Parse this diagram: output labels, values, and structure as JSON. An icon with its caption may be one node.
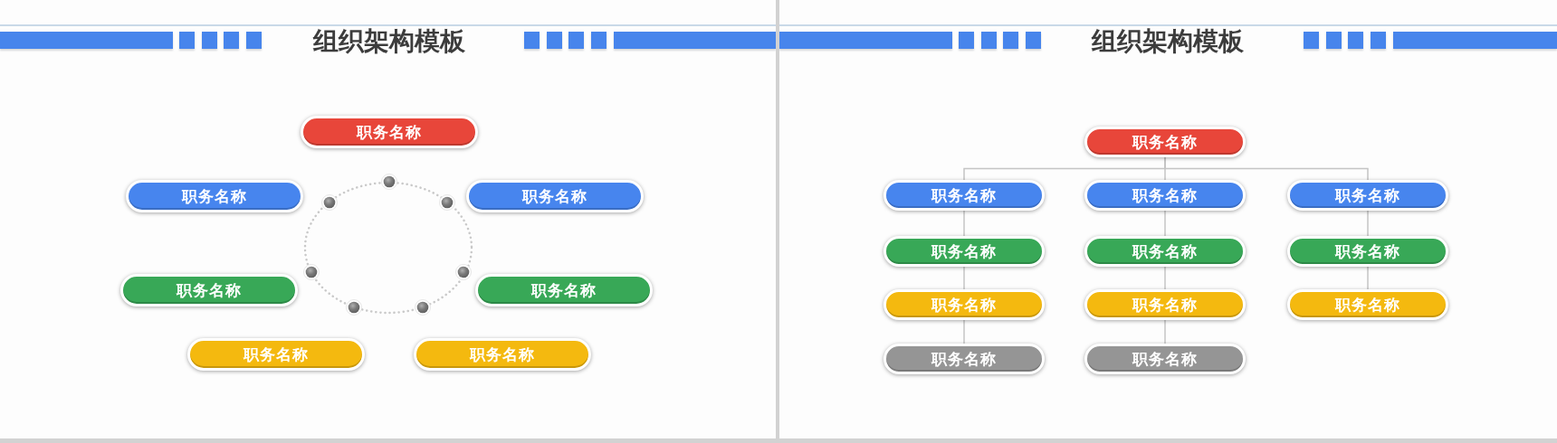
{
  "diagram": {
    "title": "组织架构模板",
    "nodes": [
      {
        "text": [
          "职务名称"
        ]
      },
      {
        "text": [
          "职务名称"
        ]
      },
      {
        "text": [
          "职务名称"
        ]
      },
      {
        "text": [
          "职务名称"
        ]
      },
      {
        "text": [
          "职务名称"
        ]
      },
      {
        "text": [
          "职务名称"
        ]
      },
      {
        "text": [
          "职务名称"
        ]
      },
      {
        "text": [
          "职务名称"
        ]
      },
      {
        "text": [
          "职务名称"
        ]
      },
      {
        "text": [
          "职务名称"
        ]
      },
      {
        "text": [
          "职务名称"
        ]
      },
      {
        "text": [
          "职务名称"
        ]
      },
      {
        "text": [
          "职务名称"
        ]
      },
      {
        "text": [
          "职务名称"
        ]
      },
      {
        "text": [
          "职务名称"
        ]
      },
      {
        "text": [
          "职务名称"
        ]
      },
      {
        "text": [
          "职务名称"
        ]
      },
      {
        "text": [
          "职务名称"
        ]
      },
      {
        "text": [
          "职务名称"
        ]
      }
    ],
    "edges": [
      {
        "from": 7,
        "to": 8,
        "arrow": "none"
      },
      {
        "from": 7,
        "to": 9,
        "arrow": "none"
      },
      {
        "from": 7,
        "to": 10,
        "arrow": "none"
      },
      {
        "from": 8,
        "to": 11,
        "arrow": "none"
      },
      {
        "from": 9,
        "to": 12,
        "arrow": "none"
      },
      {
        "from": 10,
        "to": 13,
        "arrow": "none"
      },
      {
        "from": 11,
        "to": 14,
        "arrow": "none"
      },
      {
        "from": 12,
        "to": 15,
        "arrow": "none"
      },
      {
        "from": 13,
        "to": 16,
        "arrow": "none"
      },
      {
        "from": 14,
        "to": 17,
        "arrow": "none"
      },
      {
        "from": 15,
        "to": 18,
        "arrow": "none"
      }
    ],
    "labels": [
      "组织架构模板"
    ]
  }
}
